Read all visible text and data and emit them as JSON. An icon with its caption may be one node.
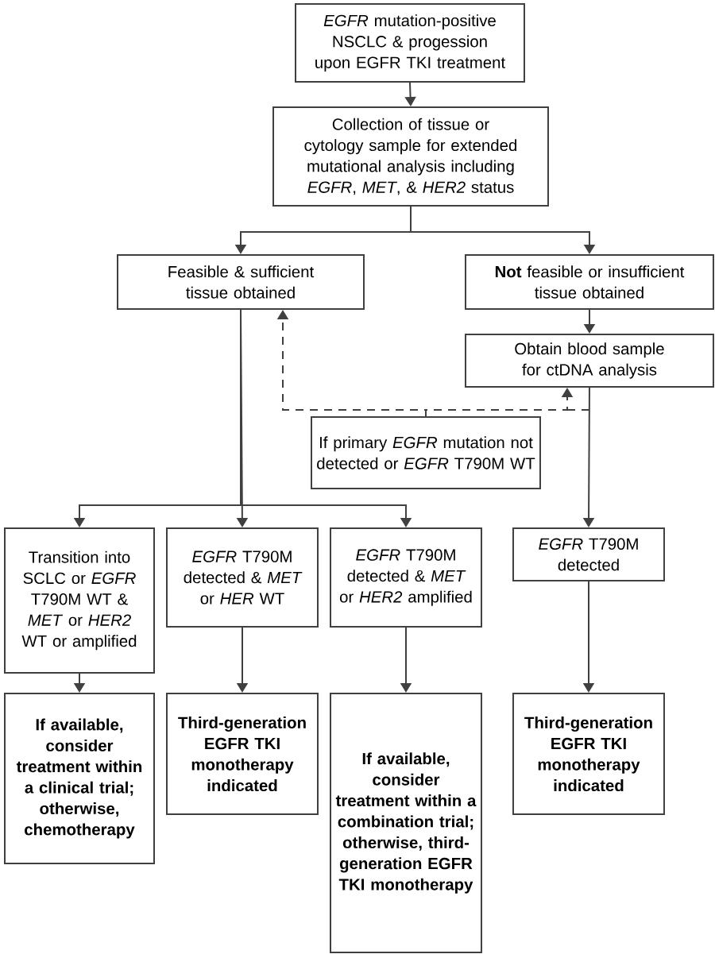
{
  "diagram": {
    "nodes": [
      {
        "text": [
          "*EGFR* mutation-positive NSCLC & progession upon EGFR TKI treatment"
        ]
      },
      {
        "text": [
          "Collection of tissue or cytology sample for extended mutational analysis including *EGFR*, *MET*, & *HER2* status"
        ]
      },
      {
        "text": [
          "Feasible & sufficient tissue obtained"
        ]
      },
      {
        "text": [
          "**Not** feasible or insufficient tissue obtained"
        ]
      },
      {
        "text": [
          "Obtain blood sample for ctDNA analysis"
        ]
      },
      {
        "text": [
          "If primary *EGFR* mutation not detected or *EGFR* T790M WT"
        ]
      },
      {
        "text": [
          "Transition into SCLC or *EGFR* T790M WT & *MET* or *HER2* WT or amplified"
        ]
      },
      {
        "text": [
          "*EGFR* T790M detected & *MET* or *HER* WT"
        ]
      },
      {
        "text": [
          "*EGFR* T790M detected & *MET* or *HER2* amplified"
        ]
      },
      {
        "text": [
          "*EGFR* T790M detected"
        ]
      },
      {
        "text": [
          "If available, consider treatment within a clinical trial; otherwise, chemotherapy"
        ]
      },
      {
        "text": [
          "Third-generation EGFR TKI monotherapy indicated"
        ]
      },
      {
        "text": [
          "If available, consider treatment within a combination trial; otherwise, third-generation EGFR TKI monotherapy"
        ]
      },
      {
        "text": [
          "Third-generation EGFR TKI monotherapy indicated"
        ]
      }
    ],
    "edges": [
      {
        "from": 0,
        "to": 1,
        "arrow": "to"
      },
      {
        "from": 1,
        "to": 2,
        "arrow": "to"
      },
      {
        "from": 1,
        "to": 3,
        "arrow": "to"
      },
      {
        "from": 3,
        "to": 4,
        "arrow": "to"
      },
      {
        "from": 2,
        "to": 6,
        "arrow": "to"
      },
      {
        "from": 2,
        "to": 7,
        "arrow": "to"
      },
      {
        "from": 2,
        "to": 8,
        "arrow": "to"
      },
      {
        "from": 4,
        "to": 9,
        "arrow": "to"
      },
      {
        "from": 6,
        "to": 10,
        "arrow": "to"
      },
      {
        "from": 7,
        "to": 11,
        "arrow": "to"
      },
      {
        "from": 8,
        "to": 12,
        "arrow": "to"
      },
      {
        "from": 9,
        "to": 13,
        "arrow": "to"
      },
      {
        "from": 5,
        "to": 2,
        "arrow": "to",
        "style": "dashed"
      },
      {
        "from": 5,
        "to": 4,
        "arrow": "to",
        "style": "dashed"
      }
    ]
  }
}
